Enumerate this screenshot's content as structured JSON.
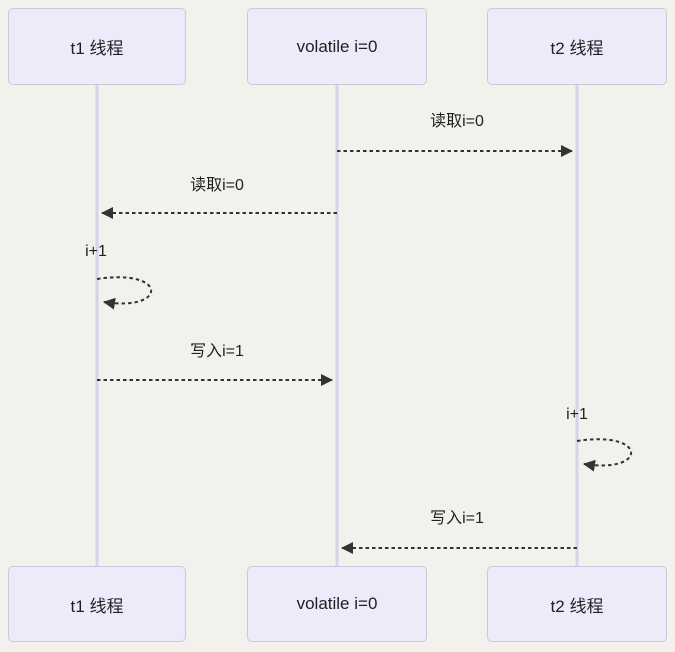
{
  "diagram": {
    "type": "sequence",
    "actors": [
      {
        "id": "t1",
        "label": "t1 线程"
      },
      {
        "id": "volatile",
        "label": "volatile i=0"
      },
      {
        "id": "t2",
        "label": "t2 线程"
      }
    ],
    "messages": [
      {
        "from": "volatile",
        "to": "t2",
        "label": "读取i=0",
        "line": "dashed"
      },
      {
        "from": "volatile",
        "to": "t1",
        "label": "读取i=0",
        "line": "dashed"
      },
      {
        "from": "t1",
        "to": "t1",
        "label": "i+1",
        "line": "dashed-self-loop"
      },
      {
        "from": "t1",
        "to": "volatile",
        "label": "写入i=1",
        "line": "dashed"
      },
      {
        "from": "t2",
        "to": "t2",
        "label": "i+1",
        "line": "dashed-self-loop"
      },
      {
        "from": "t2",
        "to": "volatile",
        "label": "写入i=1",
        "line": "dashed"
      }
    ],
    "colors": {
      "background": "#F2F1EC",
      "actor_fill": "#ECEBFA",
      "actor_border": "#CCC6E6",
      "lifeline": "#D8D1EE",
      "arrow": "#333333",
      "text": "#1F1F1F"
    }
  }
}
